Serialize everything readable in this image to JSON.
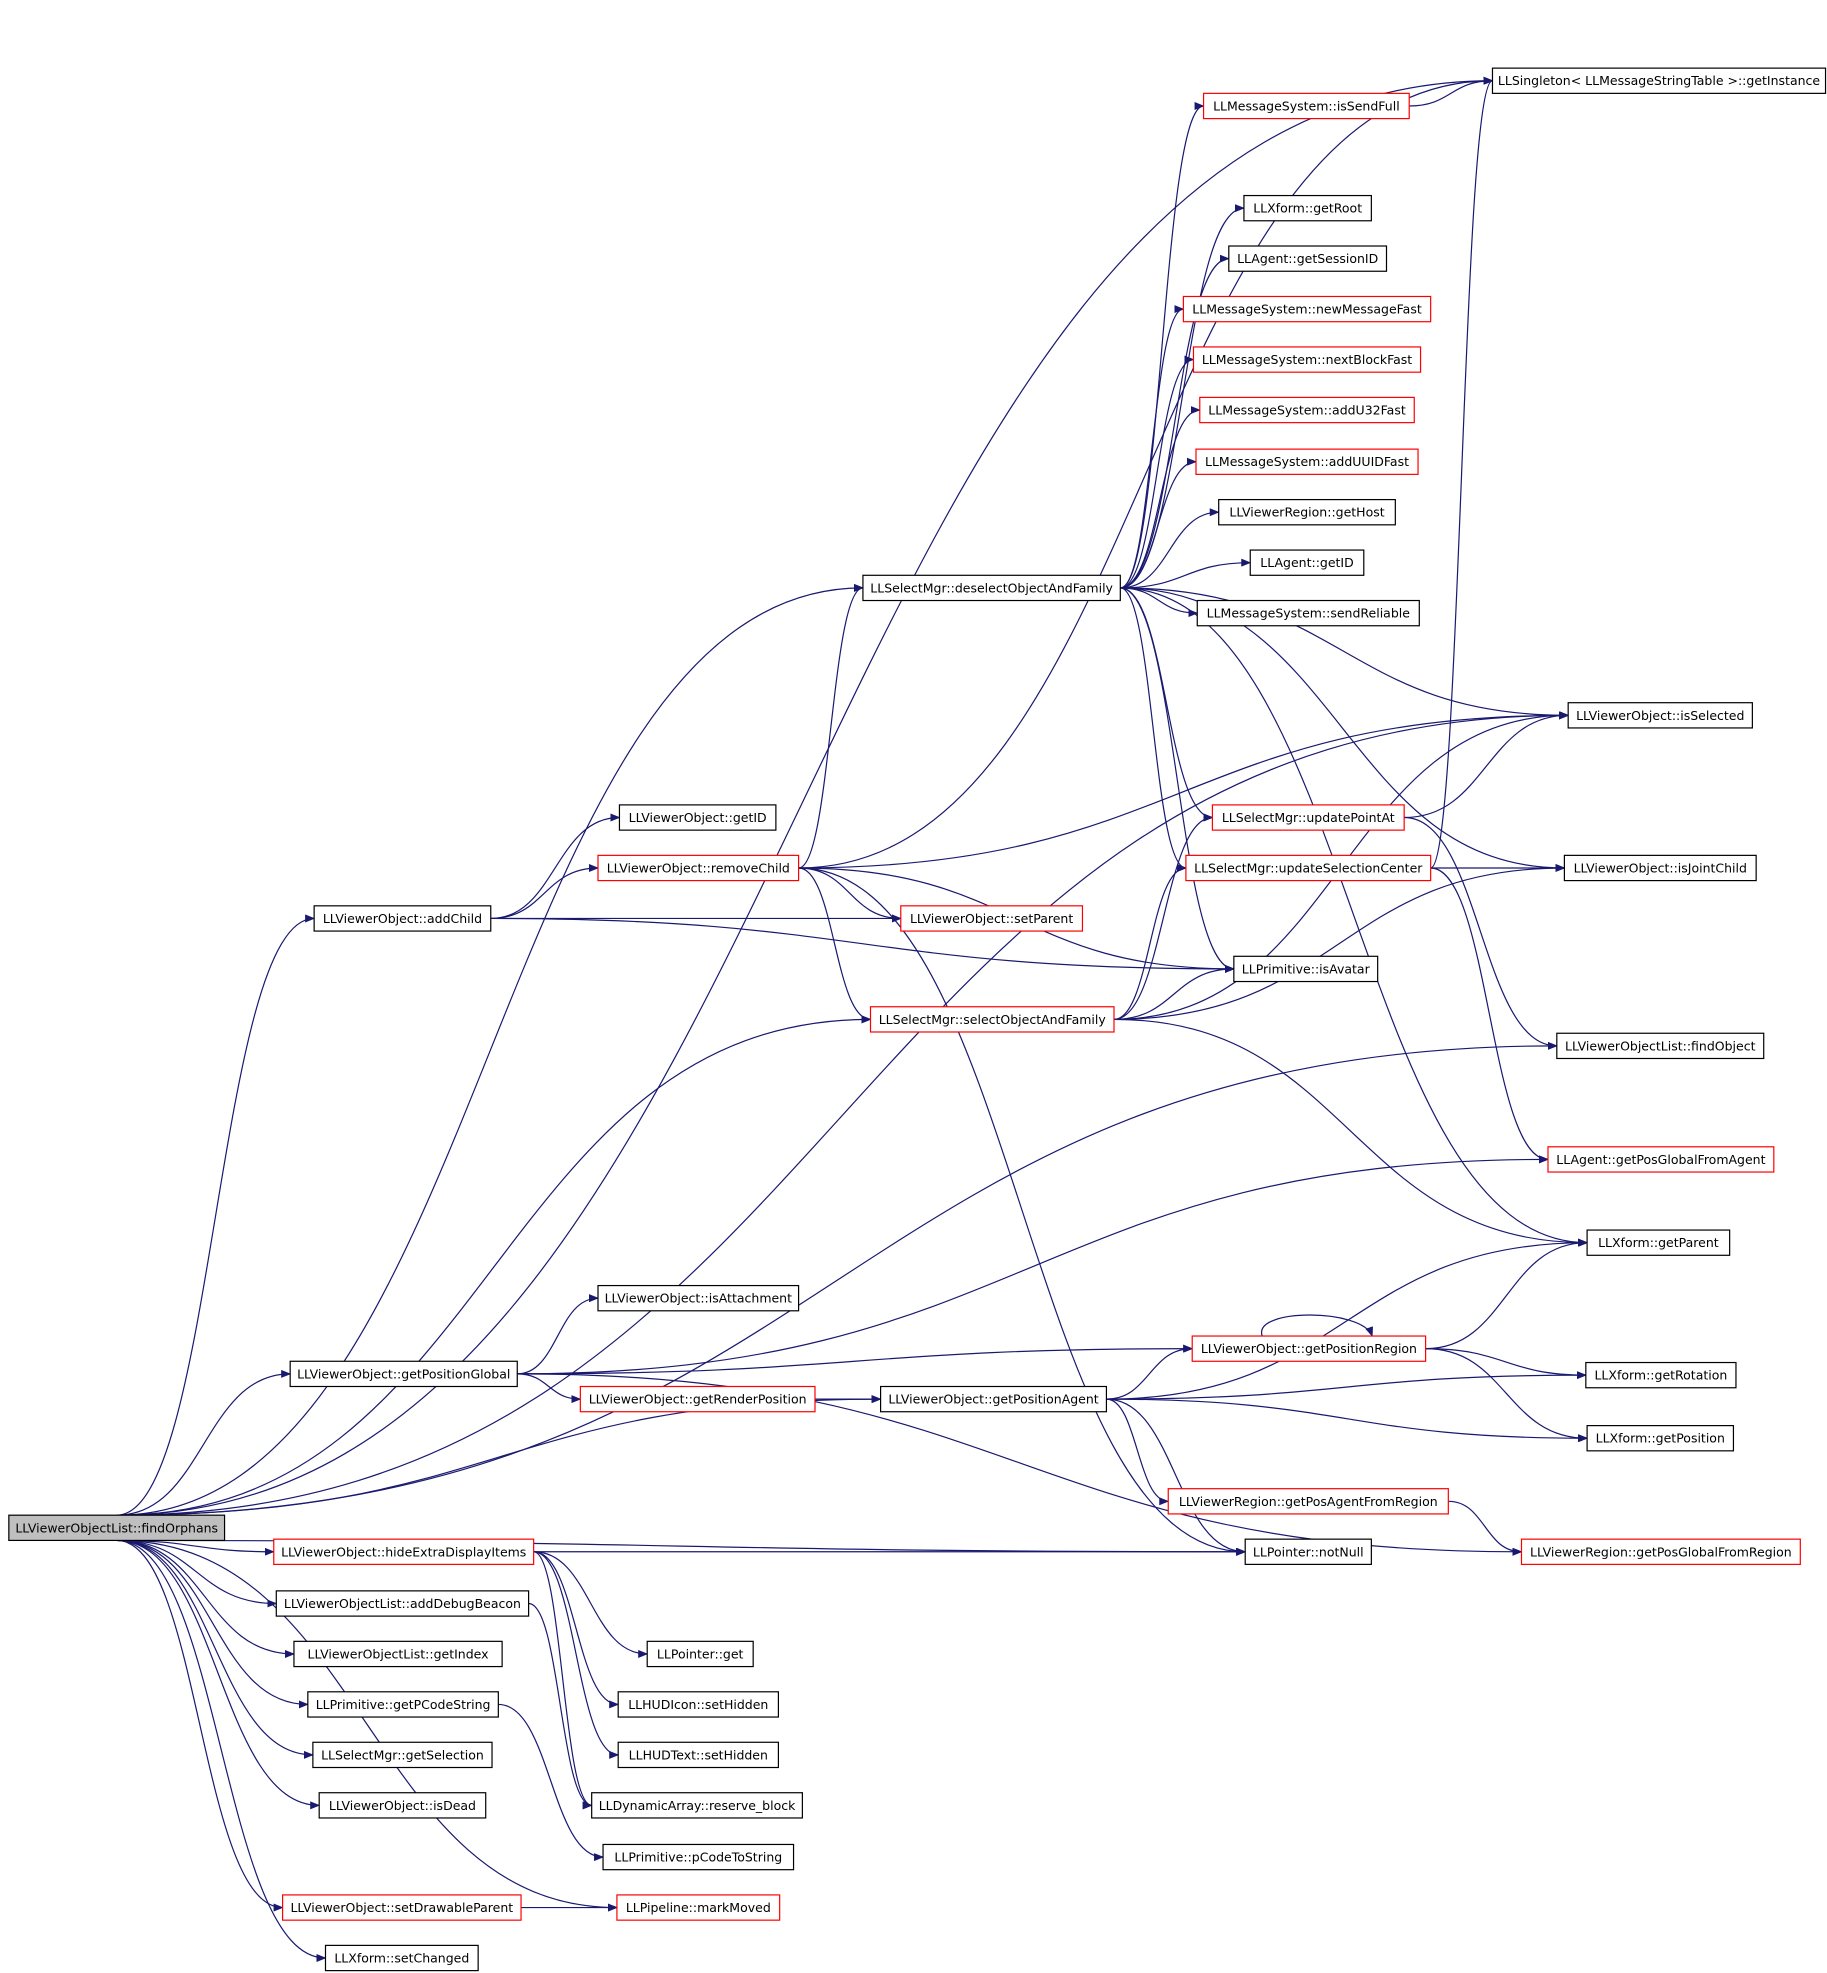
{
  "colors": {
    "edge": "#191970",
    "box_black": "#000000",
    "box_red": "#ff0000",
    "root_fill": "#bfbfbf",
    "background": "#ffffff"
  },
  "nodes": [
    {
      "id": "root",
      "label": "LLViewerObjectList::findOrphans",
      "style": "root"
    },
    {
      "id": "singleton",
      "label": "LLSingleton< LLMessageStringTable >::getInstance",
      "style": "black"
    },
    {
      "id": "isSendFull",
      "label": "LLMessageSystem::isSendFull",
      "style": "red"
    },
    {
      "id": "getRoot",
      "label": "LLXform::getRoot",
      "style": "black"
    },
    {
      "id": "getSessionID",
      "label": "LLAgent::getSessionID",
      "style": "black"
    },
    {
      "id": "newMessageFast",
      "label": "LLMessageSystem::newMessageFast",
      "style": "red"
    },
    {
      "id": "nextBlockFast",
      "label": "LLMessageSystem::nextBlockFast",
      "style": "red"
    },
    {
      "id": "addU32Fast",
      "label": "LLMessageSystem::addU32Fast",
      "style": "red"
    },
    {
      "id": "addUUIDFast",
      "label": "LLMessageSystem::addUUIDFast",
      "style": "red"
    },
    {
      "id": "getHost",
      "label": "LLViewerRegion::getHost",
      "style": "black"
    },
    {
      "id": "agentGetID",
      "label": "LLAgent::getID",
      "style": "black"
    },
    {
      "id": "deselect",
      "label": "LLSelectMgr::deselectObjectAndFamily",
      "style": "black"
    },
    {
      "id": "sendReliable",
      "label": "LLMessageSystem::sendReliable",
      "style": "black"
    },
    {
      "id": "isSelected",
      "label": "LLViewerObject::isSelected",
      "style": "black"
    },
    {
      "id": "voGetID",
      "label": "LLViewerObject::getID",
      "style": "black"
    },
    {
      "id": "updatePointAt",
      "label": "LLSelectMgr::updatePointAt",
      "style": "red"
    },
    {
      "id": "removeChild",
      "label": "LLViewerObject::removeChild",
      "style": "red"
    },
    {
      "id": "updateSelCenter",
      "label": "LLSelectMgr::updateSelectionCenter",
      "style": "red"
    },
    {
      "id": "isJointChild",
      "label": "LLViewerObject::isJointChild",
      "style": "black"
    },
    {
      "id": "addChild",
      "label": "LLViewerObject::addChild",
      "style": "black"
    },
    {
      "id": "setParent",
      "label": "LLViewerObject::setParent",
      "style": "red"
    },
    {
      "id": "isAvatar",
      "label": "LLPrimitive::isAvatar",
      "style": "black"
    },
    {
      "id": "selectObj",
      "label": "LLSelectMgr::selectObjectAndFamily",
      "style": "red"
    },
    {
      "id": "findObject",
      "label": "LLViewerObjectList::findObject",
      "style": "black"
    },
    {
      "id": "posGlobalFromAgent",
      "label": "LLAgent::getPosGlobalFromAgent",
      "style": "red"
    },
    {
      "id": "xfGetParent",
      "label": "LLXform::getParent",
      "style": "black"
    },
    {
      "id": "isAttachment",
      "label": "LLViewerObject::isAttachment",
      "style": "black"
    },
    {
      "id": "posRegion",
      "label": "LLViewerObject::getPositionRegion",
      "style": "red"
    },
    {
      "id": "posGlobal",
      "label": "LLViewerObject::getPositionGlobal",
      "style": "black"
    },
    {
      "id": "getRotation",
      "label": "LLXform::getRotation",
      "style": "black"
    },
    {
      "id": "renderPos",
      "label": "LLViewerObject::getRenderPosition",
      "style": "red"
    },
    {
      "id": "posAgent",
      "label": "LLViewerObject::getPositionAgent",
      "style": "black"
    },
    {
      "id": "xfGetPosition",
      "label": "LLXform::getPosition",
      "style": "black"
    },
    {
      "id": "posAgentFromRegion",
      "label": "LLViewerRegion::getPosAgentFromRegion",
      "style": "red"
    },
    {
      "id": "hideExtra",
      "label": "LLViewerObject::hideExtraDisplayItems",
      "style": "red"
    },
    {
      "id": "notNull",
      "label": "LLPointer::notNull",
      "style": "black"
    },
    {
      "id": "posGlobalFromRegion",
      "label": "LLViewerRegion::getPosGlobalFromRegion",
      "style": "red"
    },
    {
      "id": "addDebugBeacon",
      "label": "LLViewerObjectList::addDebugBeacon",
      "style": "black"
    },
    {
      "id": "ptrGet",
      "label": "LLPointer::get",
      "style": "black"
    },
    {
      "id": "getIndex",
      "label": "LLViewerObjectList::getIndex",
      "style": "black"
    },
    {
      "id": "pcodeString",
      "label": "LLPrimitive::getPCodeString",
      "style": "black"
    },
    {
      "id": "hudIconHidden",
      "label": "LLHUDIcon::setHidden",
      "style": "black"
    },
    {
      "id": "getSelection",
      "label": "LLSelectMgr::getSelection",
      "style": "black"
    },
    {
      "id": "hudTextHidden",
      "label": "LLHUDText::setHidden",
      "style": "black"
    },
    {
      "id": "isDead",
      "label": "LLViewerObject::isDead",
      "style": "black"
    },
    {
      "id": "reserveBlock",
      "label": "LLDynamicArray::reserve_block",
      "style": "black"
    },
    {
      "id": "pCodeToString",
      "label": "LLPrimitive::pCodeToString",
      "style": "black"
    },
    {
      "id": "setDrawableParent",
      "label": "LLViewerObject::setDrawableParent",
      "style": "red"
    },
    {
      "id": "markMoved",
      "label": "LLPipeline::markMoved",
      "style": "red"
    },
    {
      "id": "setChanged",
      "label": "LLXform::setChanged",
      "style": "black"
    }
  ],
  "edges": [
    [
      "root",
      "singleton"
    ],
    [
      "root",
      "isSelected"
    ],
    [
      "root",
      "deselect"
    ],
    [
      "root",
      "addChild"
    ],
    [
      "root",
      "selectObj"
    ],
    [
      "root",
      "findObject"
    ],
    [
      "root",
      "posGlobal"
    ],
    [
      "root",
      "posAgent"
    ],
    [
      "root",
      "notNull"
    ],
    [
      "root",
      "hideExtra"
    ],
    [
      "root",
      "addDebugBeacon"
    ],
    [
      "root",
      "getIndex"
    ],
    [
      "root",
      "pcodeString"
    ],
    [
      "root",
      "getSelection"
    ],
    [
      "root",
      "isDead"
    ],
    [
      "root",
      "setDrawableParent"
    ],
    [
      "root",
      "markMoved"
    ],
    [
      "root",
      "setChanged"
    ],
    [
      "isSendFull",
      "singleton"
    ],
    [
      "deselect",
      "isSendFull"
    ],
    [
      "deselect",
      "getRoot"
    ],
    [
      "deselect",
      "getSessionID"
    ],
    [
      "deselect",
      "newMessageFast"
    ],
    [
      "deselect",
      "nextBlockFast"
    ],
    [
      "deselect",
      "addU32Fast"
    ],
    [
      "deselect",
      "addUUIDFast"
    ],
    [
      "deselect",
      "getHost"
    ],
    [
      "deselect",
      "agentGetID"
    ],
    [
      "deselect",
      "sendReliable"
    ],
    [
      "deselect",
      "isSelected"
    ],
    [
      "deselect",
      "updatePointAt"
    ],
    [
      "deselect",
      "updateSelCenter"
    ],
    [
      "deselect",
      "isJointChild"
    ],
    [
      "deselect",
      "isAvatar"
    ],
    [
      "deselect",
      "xfGetParent"
    ],
    [
      "addChild",
      "voGetID"
    ],
    [
      "addChild",
      "removeChild"
    ],
    [
      "addChild",
      "setParent"
    ],
    [
      "addChild",
      "isAvatar"
    ],
    [
      "removeChild",
      "singleton"
    ],
    [
      "removeChild",
      "deselect"
    ],
    [
      "removeChild",
      "isSelected"
    ],
    [
      "removeChild",
      "setParent"
    ],
    [
      "removeChild",
      "isAvatar"
    ],
    [
      "removeChild",
      "selectObj"
    ],
    [
      "removeChild",
      "notNull"
    ],
    [
      "updatePointAt",
      "isSelected"
    ],
    [
      "updatePointAt",
      "findObject"
    ],
    [
      "updateSelCenter",
      "singleton"
    ],
    [
      "updateSelCenter",
      "isJointChild"
    ],
    [
      "updateSelCenter",
      "posGlobalFromAgent"
    ],
    [
      "selectObj",
      "isAvatar"
    ],
    [
      "selectObj",
      "updatePointAt"
    ],
    [
      "selectObj",
      "updateSelCenter"
    ],
    [
      "selectObj",
      "isSelected"
    ],
    [
      "selectObj",
      "isJointChild"
    ],
    [
      "selectObj",
      "xfGetParent"
    ],
    [
      "posGlobal",
      "isAttachment"
    ],
    [
      "posGlobal",
      "posRegion"
    ],
    [
      "posGlobal",
      "renderPos"
    ],
    [
      "posGlobal",
      "posGlobalFromAgent"
    ],
    [
      "posGlobal",
      "posGlobalFromRegion"
    ],
    [
      "renderPos",
      "posAgent"
    ],
    [
      "posAgent",
      "xfGetParent"
    ],
    [
      "posAgent",
      "posRegion"
    ],
    [
      "posAgent",
      "getRotation"
    ],
    [
      "posAgent",
      "xfGetPosition"
    ],
    [
      "posAgent",
      "posAgentFromRegion"
    ],
    [
      "posAgent",
      "notNull"
    ],
    [
      "posRegion",
      "posRegion"
    ],
    [
      "posRegion",
      "xfGetParent"
    ],
    [
      "posRegion",
      "getRotation"
    ],
    [
      "posRegion",
      "xfGetPosition"
    ],
    [
      "posAgentFromRegion",
      "posGlobalFromRegion"
    ],
    [
      "hideExtra",
      "notNull"
    ],
    [
      "hideExtra",
      "ptrGet"
    ],
    [
      "hideExtra",
      "hudIconHidden"
    ],
    [
      "hideExtra",
      "hudTextHidden"
    ],
    [
      "hideExtra",
      "reserveBlock"
    ],
    [
      "addDebugBeacon",
      "reserveBlock"
    ],
    [
      "pcodeString",
      "pCodeToString"
    ],
    [
      "setDrawableParent",
      "markMoved"
    ]
  ]
}
